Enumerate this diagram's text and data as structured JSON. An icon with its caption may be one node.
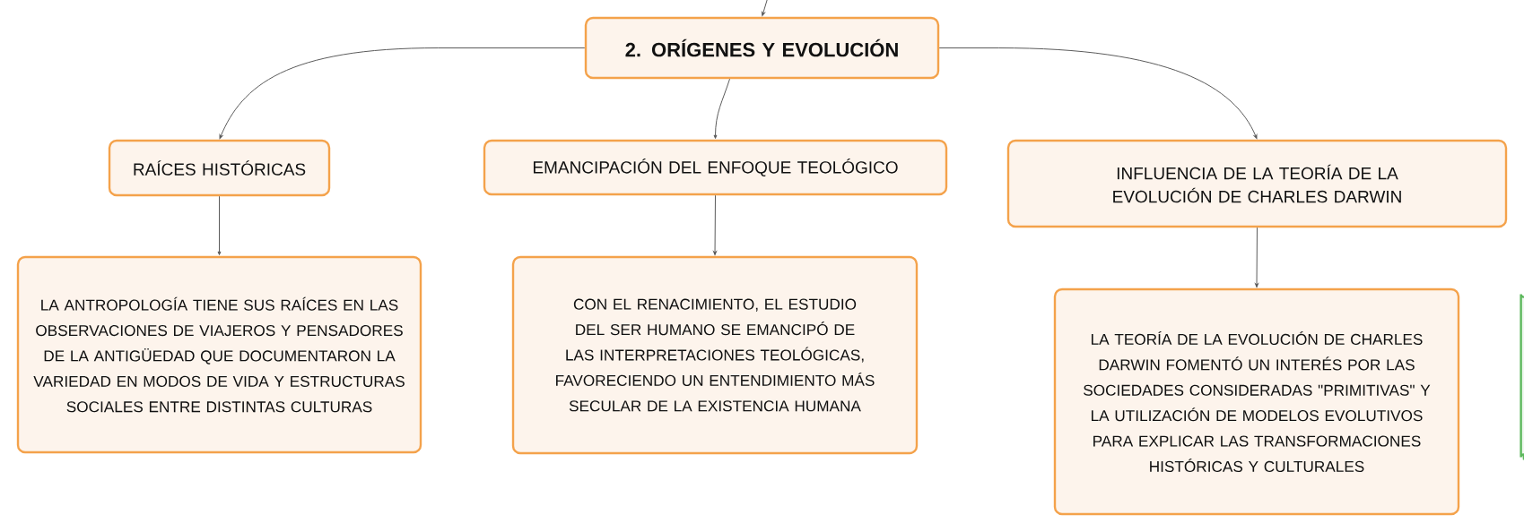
{
  "diagram": {
    "nodes": [
      {
        "text": [
          "2. ORÍGENES Y EVOLUCIÓN"
        ]
      },
      {
        "text": [
          "RAÍCES HISTÓRICAS"
        ]
      },
      {
        "text": [
          "EMANCIPACIÓN DEL ENFOQUE TEOLÓGICO"
        ]
      },
      {
        "text": [
          "INFLUENCIA DE LA TEORÍA DE LA EVOLUCIÓN DE CHARLES DARWIN"
        ]
      },
      {
        "text": [
          "LA ANTROPOLOGÍA TIENE SUS RAÍCES EN LAS OBSERVACIONES DE VIAJEROS Y PENSADORES DE LA ANTIGÜEDAD QUE DOCUMENTARON LA VARIEDAD EN MODOS DE VIDA Y ESTRUCTURAS SOCIALES ENTRE DISTINTAS CULTURAS"
        ]
      },
      {
        "text": [
          "CON EL RENACIMIENTO, EL ESTUDIO DEL SER HUMANO SE EMANCIPÓ DE LAS INTERPRETACIONES TEOLÓGICAS, FAVORECIENDO UN ENTENDIMIENTO MÁS SECULAR DE LA EXISTENCIA HUMANA"
        ]
      },
      {
        "text": [
          "LA TEORÍA DE LA EVOLUCIÓN DE CHARLES DARWIN FOMENTÓ UN INTERÉS POR LAS SOCIEDADES CONSIDERADAS \"PRIMITIVAS\" Y LA UTILIZACIÓN DE MODELOS EVOLUTIVOS PARA EXPLICAR LAS TRANSFORMACIONES HISTÓRICAS Y CULTURALES"
        ]
      },
      {
        "text": [],
        "shape": "box"
      }
    ],
    "edges": [
      {
        "from": null,
        "to": 0,
        "arrow": "to"
      },
      {
        "from": 0,
        "to": 1,
        "arrow": "to"
      },
      {
        "from": 0,
        "to": 2,
        "arrow": "to"
      },
      {
        "from": 0,
        "to": 3,
        "arrow": "to"
      },
      {
        "from": 1,
        "to": 4,
        "arrow": "to"
      },
      {
        "from": 2,
        "to": 5,
        "arrow": "to"
      },
      {
        "from": 3,
        "to": 6,
        "arrow": "to"
      }
    ]
  }
}
